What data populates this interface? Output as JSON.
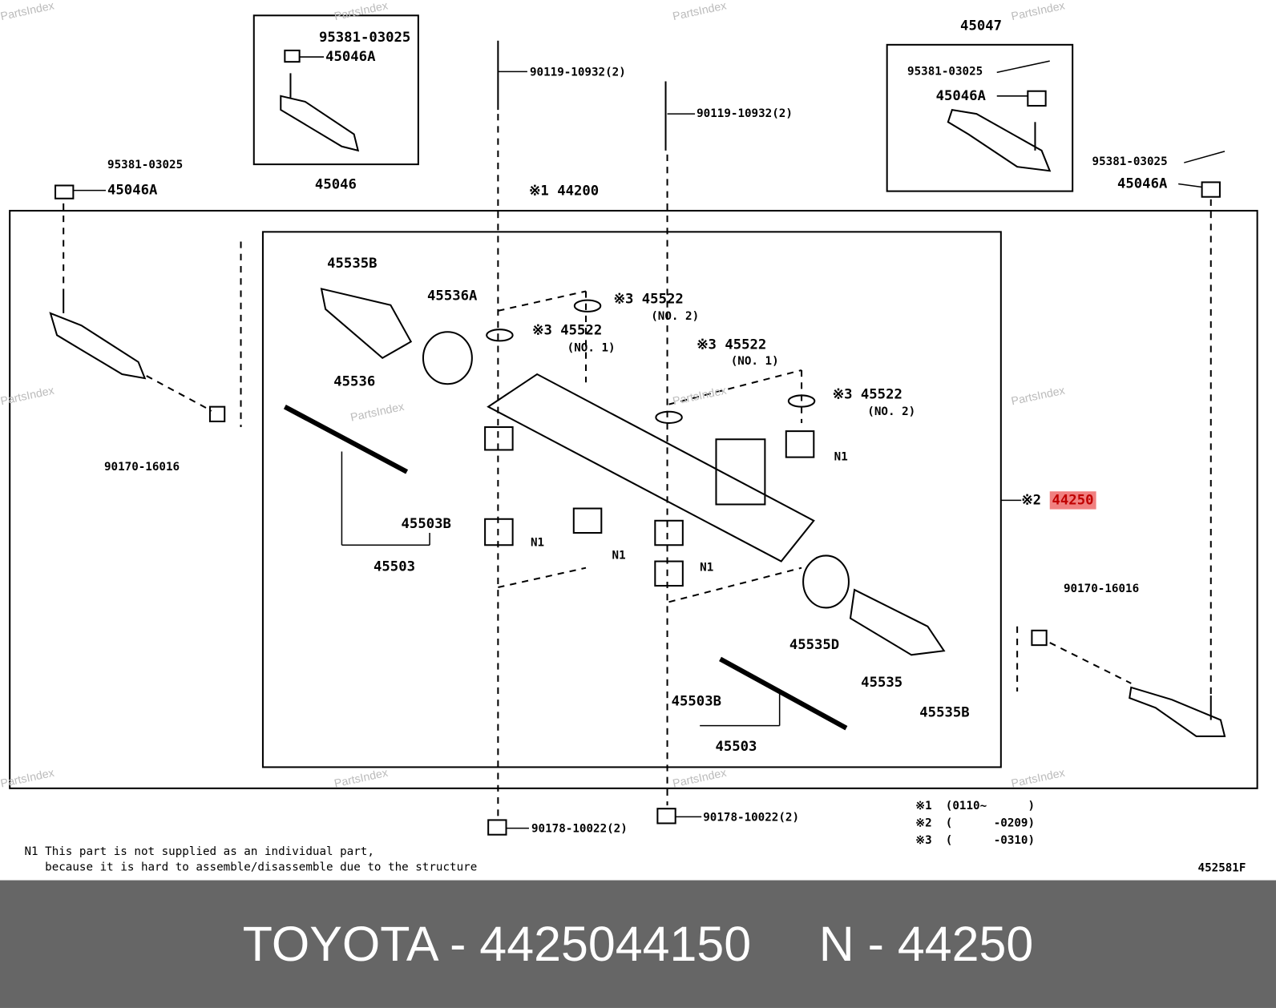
{
  "watermark": "PartsIndex",
  "labels": {
    "top_left_box_pin": "95381-03025",
    "top_left_box_nut": "45046A",
    "top_left_box_part": "45046",
    "bolt_1": "90119-10932(2)",
    "bolt_2": "90119-10932(2)",
    "top_right_box_part": "45047",
    "top_right_box_pin": "95381-03025",
    "top_right_box_nut": "45046A",
    "right_pin": "95381-03025",
    "right_nut": "45046A",
    "left_pin": "95381-03025",
    "left_nut": "45046A",
    "assembly_main": "※1 44200",
    "clip_left": "45535B",
    "clamp_left": "45536A",
    "boot_left": "45536",
    "bushing_a": "※3 45522",
    "bushing_a_no": "(NO. 2)",
    "bushing_b": "※3 45522",
    "bushing_b_no": "(NO. 1)",
    "bushing_c": "※3 45522",
    "bushing_c_no": "(NO. 1)",
    "bushing_d": "※3 45522",
    "bushing_d_no": "(NO. 2)",
    "n1_a": "N1",
    "n1_b": "N1",
    "n1_c": "N1",
    "n1_d": "N1",
    "nut_left": "90170-16016",
    "washer_left": "45503B",
    "rod_left": "45503",
    "gear_prefix": "※2",
    "gear_part": "44250",
    "nut_right": "90170-16016",
    "clamp_right": "45535D",
    "boot_right": "45535",
    "washer_right": "45503B",
    "clip_right": "45535B",
    "rod_right": "45503",
    "nut_bottom_1": "90178-10022(2)",
    "nut_bottom_2": "90178-10022(2)"
  },
  "footnotes": [
    "※1  (0110~      )",
    "※2  (      -0209)",
    "※3  (      -0310)"
  ],
  "note": [
    "N1 This part is not supplied as an individual part,",
    "   because it is hard to assemble/disassemble due to the structure"
  ],
  "diagram_code": "452581F",
  "footer": {
    "text": "TOYOTA - 4425044150     N - 44250"
  },
  "colors": {
    "highlight": "#f08080",
    "footer_bg": "#666666"
  }
}
